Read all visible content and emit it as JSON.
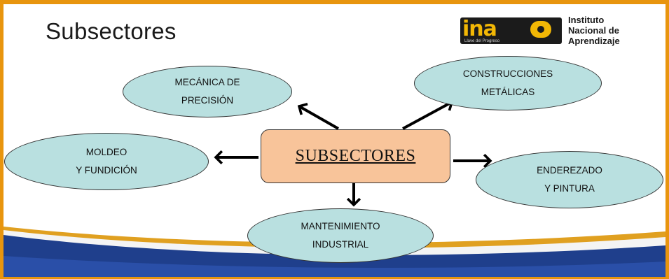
{
  "title": "Subsectores",
  "logo": {
    "mark": "ina",
    "tagline": "Llave del Progreso",
    "name_lines": [
      "Instituto",
      "Nacional de",
      "Aprendizaje"
    ]
  },
  "diagram": {
    "center": "SUBSECTORES",
    "nodes": [
      {
        "id": "precision",
        "lines": [
          "MECÁNICA DE",
          "PRECISIÓN"
        ]
      },
      {
        "id": "metalicas",
        "lines": [
          "CONSTRUCCIONES",
          "METÁLICAS"
        ]
      },
      {
        "id": "moldeo",
        "lines": [
          "MOLDEO",
          "Y FUNDICIÓN"
        ]
      },
      {
        "id": "enderezado",
        "lines": [
          "ENDEREZADO",
          "Y PINTURA"
        ]
      },
      {
        "id": "mantenimiento",
        "lines": [
          "MANTENIMIENTO",
          "INDUSTRIAL"
        ]
      }
    ]
  },
  "colors": {
    "frame": "#e8950e",
    "node_fill": "#b9e0e0",
    "center_fill": "#f8c49a",
    "wave_dark": "#1f3f8c",
    "wave_gold": "#e0a020"
  }
}
